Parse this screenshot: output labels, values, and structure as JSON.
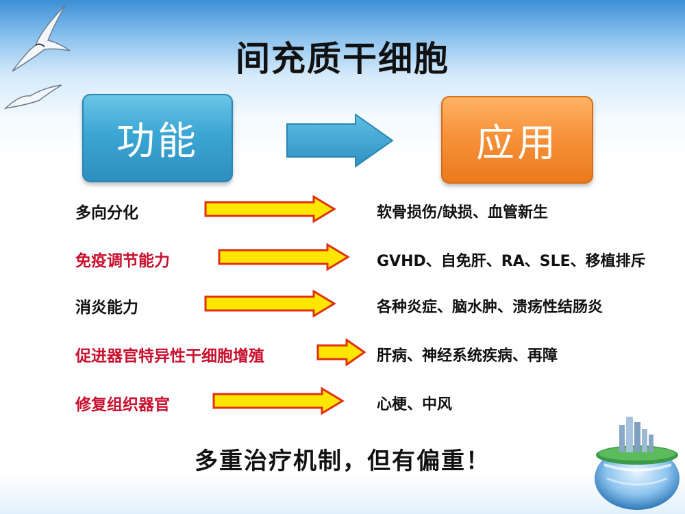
{
  "title": "间充质干细胞",
  "function_box": {
    "label": "功能"
  },
  "application_box": {
    "label": "应用"
  },
  "rows": [
    {
      "function": "多向分化",
      "application": "软骨损伤/缺损、血管新生"
    },
    {
      "function": "免疫调节能力",
      "application": "GVHD、自免肝、RA、SLE、移植排斥"
    },
    {
      "function": "消炎能力",
      "application": "各种炎症、脑水肿、溃疡性结肠炎"
    },
    {
      "function": "促进器官特异性干细胞增殖",
      "application": "肝病、神经系统疾病、再障"
    },
    {
      "function": "修复组织器官",
      "application": "心梗、中风"
    }
  ],
  "conclusion": "多重治疗机制，但有偏重！",
  "colors": {
    "function_box": "#3ba6d4",
    "application_box": "#f7923a",
    "highlight_text": "#c8102e",
    "arrow_fill": "#ffe600",
    "arrow_stroke": "#e03010"
  },
  "icons": [
    "seagull-icon",
    "seagull-icon",
    "globe-city-icon",
    "right-arrow-icon"
  ]
}
